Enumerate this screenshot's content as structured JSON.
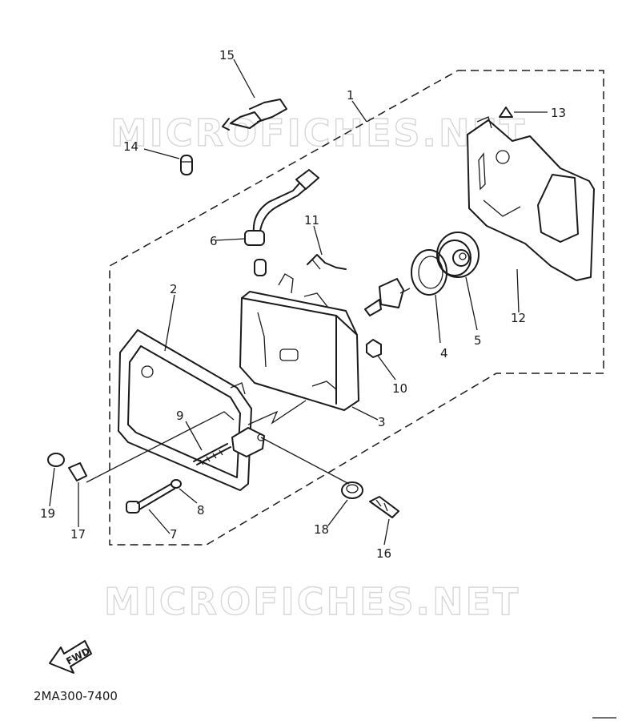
{
  "diagram": {
    "drawing_code": "2MA300-7400",
    "watermark_top": "MICROFICHES.NET",
    "watermark_bottom": "MICROFICHES.NET",
    "direction_label": "FWD",
    "callouts": {
      "p1": "1",
      "p2": "2",
      "p3": "3",
      "p4": "4",
      "p5": "5",
      "p6": "6",
      "p7": "7",
      "p8": "8",
      "p9": "9",
      "p10": "10",
      "p11": "11",
      "p12": "12",
      "p13": "13",
      "p14": "14",
      "p15": "15",
      "p16": "16",
      "p17": "17",
      "p18": "18",
      "p19": "19"
    }
  }
}
